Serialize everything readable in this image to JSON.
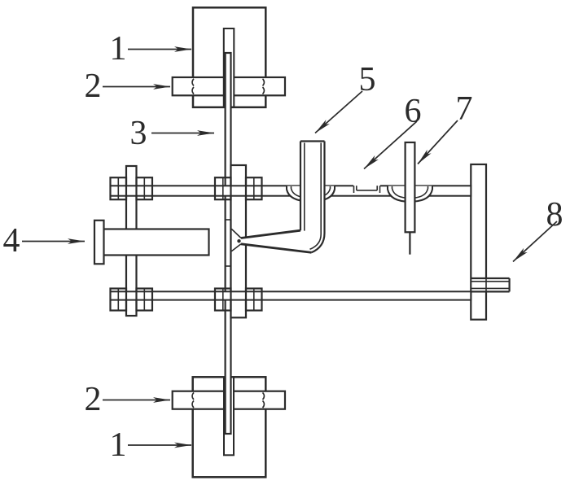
{
  "figure": {
    "kind": "patent-style technical line drawing",
    "background_color": "#ffffff",
    "line_color": "#2b2b2b",
    "callouts": [
      {
        "id": "1-top",
        "label": "1"
      },
      {
        "id": "2-top",
        "label": "2"
      },
      {
        "id": "3",
        "label": "3"
      },
      {
        "id": "4",
        "label": "4"
      },
      {
        "id": "5",
        "label": "5"
      },
      {
        "id": "6",
        "label": "6"
      },
      {
        "id": "7",
        "label": "7"
      },
      {
        "id": "8",
        "label": "8"
      },
      {
        "id": "2-bottom",
        "label": "2"
      },
      {
        "id": "1-bottom",
        "label": "1"
      }
    ]
  }
}
